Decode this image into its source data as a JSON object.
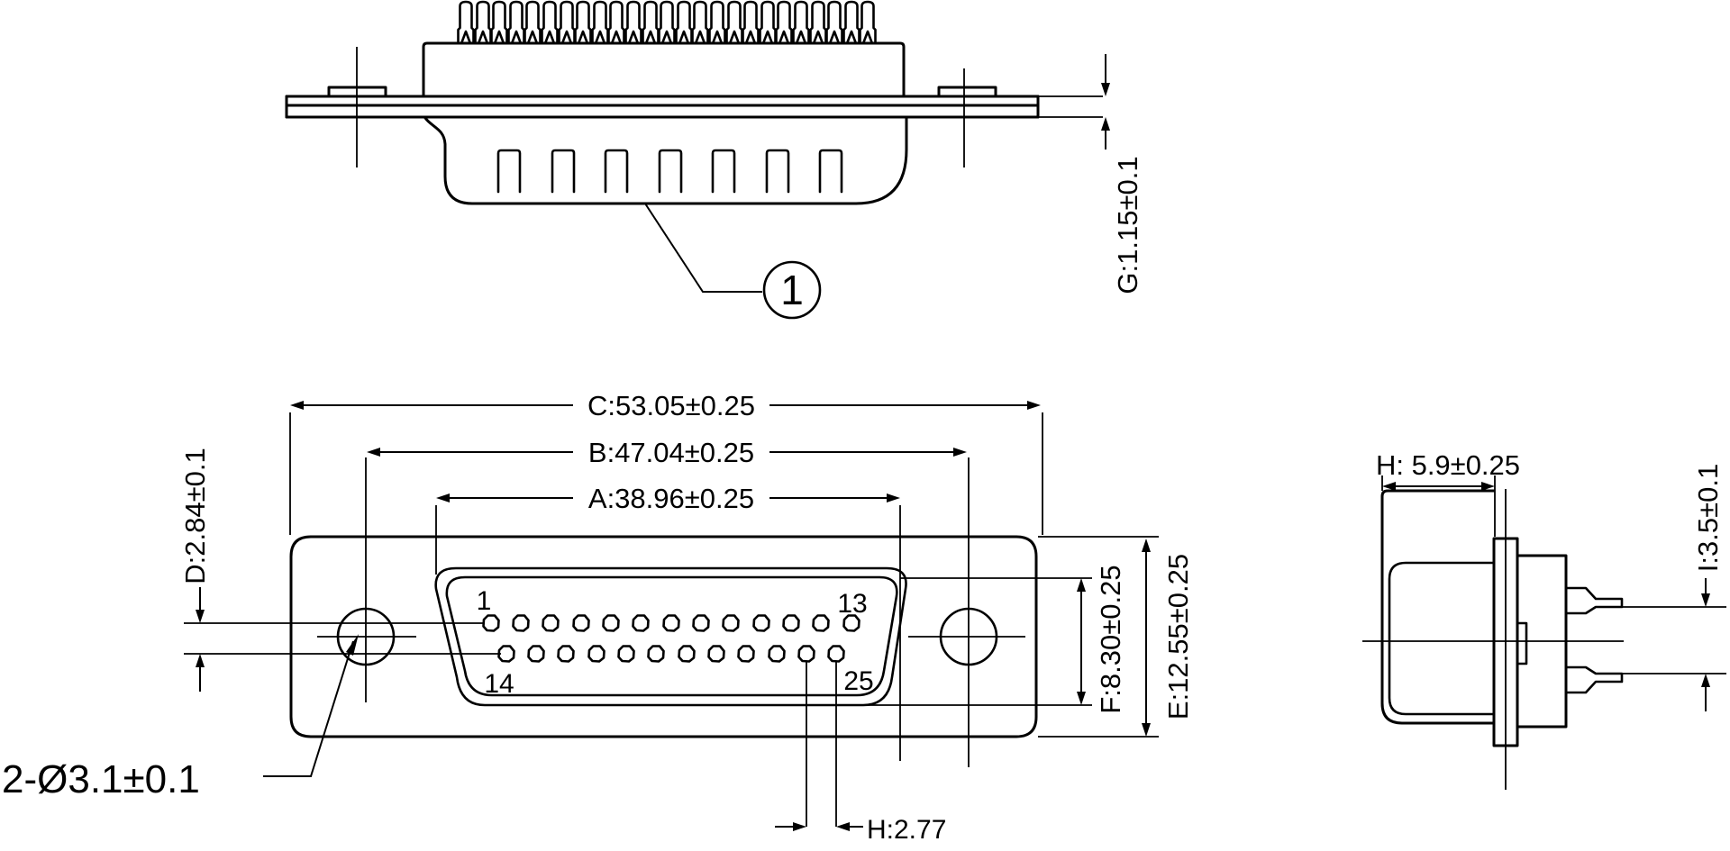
{
  "drawing": {
    "background": "#ffffff",
    "line_color": "#000000",
    "dimensions": {
      "c": "C:53.05±0.25",
      "b": "B:47.04±0.25",
      "a": "A:38.96±0.25",
      "d": "D:2.84±0.1",
      "g": "G:1.15±0.1",
      "f": "F:8.30±0.25",
      "e": "E:12.55±0.25",
      "h_side": "H: 5.9±0.25",
      "i_side": "I:3.5±0.1",
      "pin_pitch": "H:2.77",
      "mount_holes": "2-Ø3.1±0.1"
    },
    "pin_labels": {
      "top_first": "1",
      "top_last": "13",
      "bottom_first": "14",
      "bottom_last": "25"
    },
    "balloon": "1",
    "pin_counts": {
      "top_row": 13,
      "bottom_row": 12,
      "header_pins": 25,
      "shell_slots": 7
    }
  }
}
